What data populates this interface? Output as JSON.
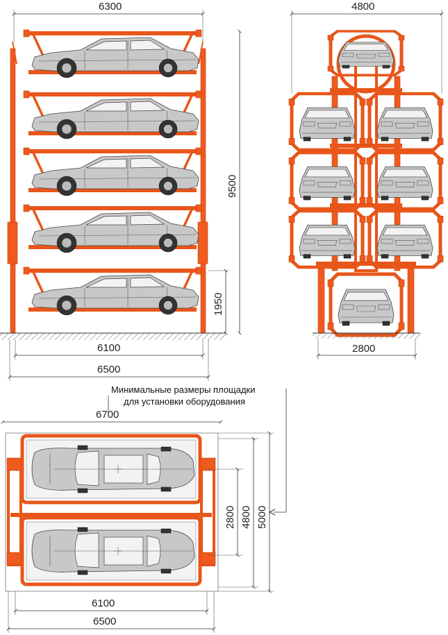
{
  "side_view": {
    "dim_top": "6300",
    "dim_height": "9500",
    "dim_level": "1950",
    "dim_inner": "6100",
    "dim_outer": "6500"
  },
  "front_view": {
    "dim_top": "4800",
    "dim_bottom": "2800"
  },
  "plan_view": {
    "note_line1": "Минимальные размеры площадки",
    "note_line2": "для установки оборудования",
    "dim_top": "6700",
    "dim_inner_w": "2800",
    "dim_mid_w": "4800",
    "dim_outer_w": "5000",
    "dim_inner_l": "6100",
    "dim_outer_l": "6500"
  },
  "colors": {
    "frame": "#f05a1e",
    "car_body": "#c8c8c8"
  }
}
